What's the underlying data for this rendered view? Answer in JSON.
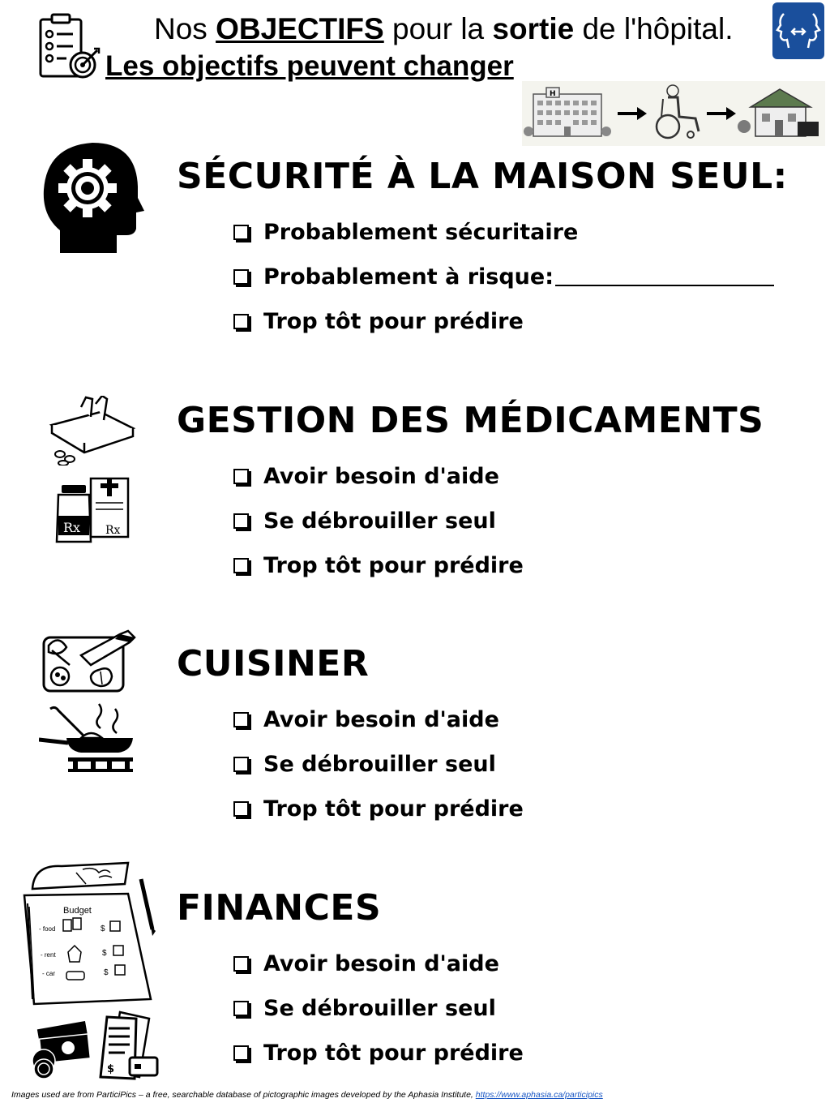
{
  "header": {
    "title_parts": [
      "Nos ",
      "OBJECTIFS",
      " pour la ",
      "sortie",
      " de l'hôpital."
    ],
    "subtitle": "Les objectifs peuvent changer"
  },
  "sections": [
    {
      "title": "SÉCURITÉ À LA MAISON SEUL:",
      "icon": "head-gear-icon",
      "options": [
        "Probablement sécuritaire",
        "Probablement à risque:",
        "Trop tôt pour prédire"
      ]
    },
    {
      "title": "GESTION DES MÉDICAMENTS",
      "icon": "pill-organizer-icon",
      "options": [
        "Avoir besoin d'aide",
        "Se débrouiller seul",
        "Trop tôt pour prédire"
      ]
    },
    {
      "title": "CUISINER",
      "icon": "cutting-board-icon",
      "options": [
        "Avoir besoin d'aide",
        "Se débrouiller seul",
        "Trop tôt pour prédire"
      ]
    },
    {
      "title": "FINANCES",
      "icon": "budget-book-icon",
      "options": [
        "Avoir besoin d'aide",
        "Se débrouiller seul",
        "Trop tôt pour prédire"
      ]
    }
  ],
  "icons": {
    "budget": {
      "title": "Budget",
      "items": [
        "- food",
        "- rent",
        "- car"
      ],
      "currency": "$"
    },
    "rx": "Rx",
    "hospital_sign": "H"
  },
  "footer": {
    "text": "Images used are from ParticiPics – a free, searchable database of pictographic images developed by the Aphasia Institute, ",
    "link": "https://www.aphasia.ca/participics"
  },
  "colors": {
    "logo_blue": "#1a4f9c",
    "link_blue": "#1a57c4"
  }
}
